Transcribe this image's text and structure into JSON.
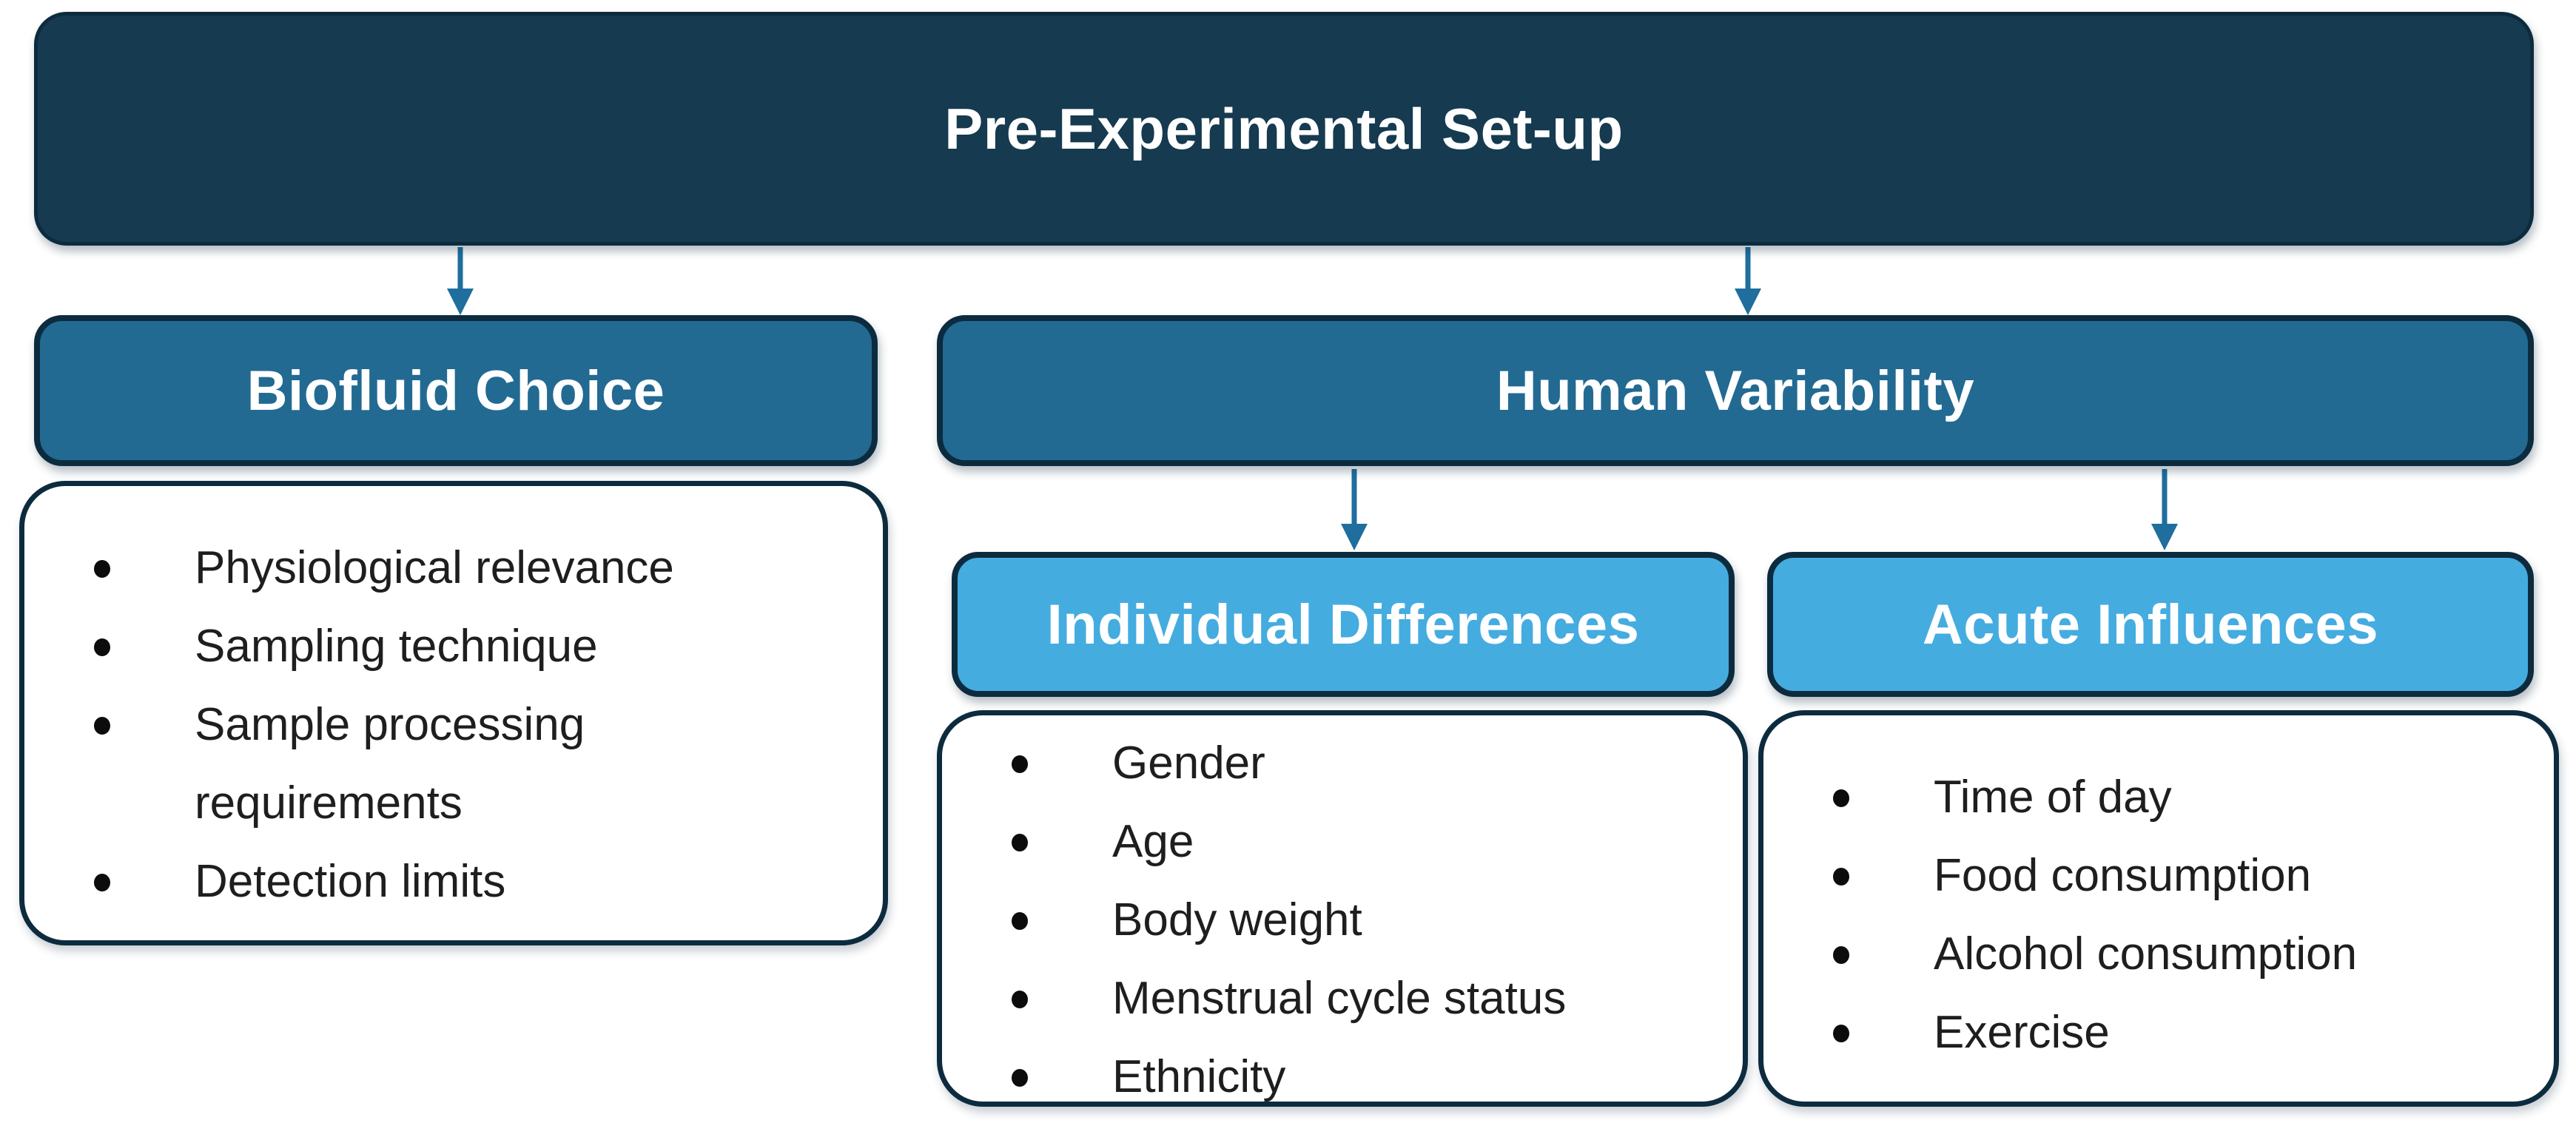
{
  "colors": {
    "dark_navy": "#163A4F",
    "medium_blue": "#226A92",
    "light_blue": "#45ACE0",
    "outline": "#0D2B3E",
    "arrow": "#1F6E9E",
    "text_light": "#FFFFFF",
    "text_dark": "#1E1E1E",
    "background": "#FFFFFF"
  },
  "root": {
    "label": "Pre-Experimental Set-up"
  },
  "biofluid": {
    "label": "Biofluid Choice",
    "items": [
      "Physiological relevance",
      "Sampling technique",
      "Sample processing requirements",
      "Detection limits"
    ]
  },
  "human": {
    "label": "Human Variability"
  },
  "individual": {
    "label": "Individual Differences",
    "items": [
      "Gender",
      "Age",
      "Body weight",
      "Menstrual cycle status",
      "Ethnicity"
    ]
  },
  "acute": {
    "label": "Acute Influences",
    "items": [
      "Time of day",
      "Food consumption",
      "Alcohol consumption",
      "Exercise"
    ]
  }
}
